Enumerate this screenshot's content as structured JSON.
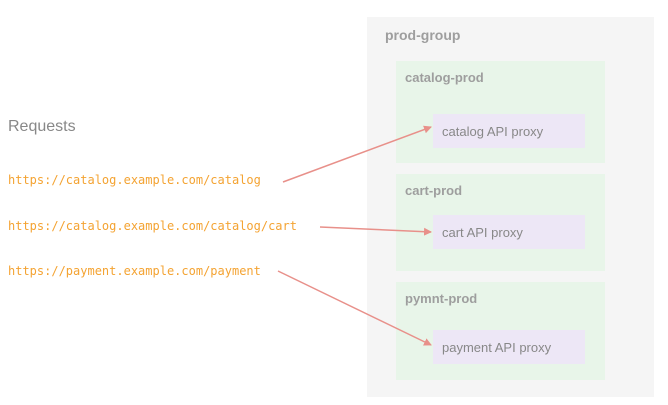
{
  "requests": {
    "title": "Requests",
    "urls": [
      "https://catalog.example.com/catalog",
      "https://catalog.example.com/catalog/cart",
      "https://payment.example.com/payment"
    ]
  },
  "group": {
    "label": "prod-group",
    "environments": [
      {
        "label": "catalog-prod",
        "proxy": "catalog API proxy"
      },
      {
        "label": "cart-prod",
        "proxy": "cart API proxy"
      },
      {
        "label": "pymnt-prod",
        "proxy": "payment API proxy"
      }
    ]
  },
  "colors": {
    "url": "#f4a332",
    "arrow": "#e8908a",
    "group_bg": "#f5f5f5",
    "env_bg": "#e8f5e9",
    "proxy_bg": "#ede7f6"
  }
}
